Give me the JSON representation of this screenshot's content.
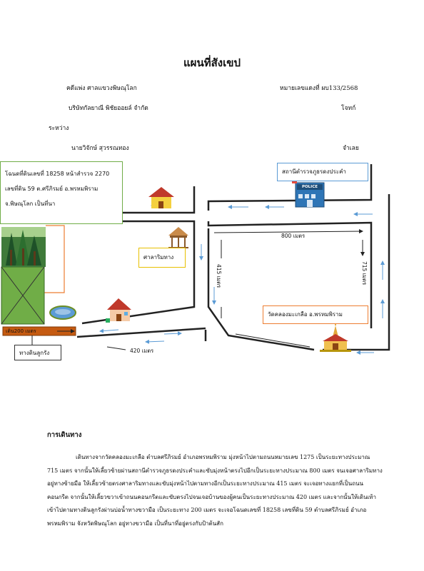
{
  "title": "แผนที่สังเขป",
  "header": {
    "court": "คดีแพ่ง ศาลแขวงพิษณุโลก",
    "case_no": "หมายเลขแดงที่ ผบ133/2568",
    "plaintiff": "บริษัทกัลยาณี พิชัยออยล์ จำกัด",
    "plaintiff_role": "โจทก์",
    "between": "ระหว่าง",
    "defendant": "นายวิจักษ์ สุวรรณทอง",
    "defendant_role": "จำเลย"
  },
  "map": {
    "deed_box": {
      "line1": "โฉนดที่ดินเลขที่ 18258 หน้าสำรวจ 2270",
      "line2": "เลขที่ดิน 59 ต.ศรีภิรมย์ อ.พรหมพิราม",
      "line3": "จ.พิษณุโลก เป็นที่นา"
    },
    "police_box": "สถานีตำรวจภูธรดงประคำ",
    "police_sign": "POLICE",
    "pavilion_box": "ศาลาริมทาง",
    "temple_box": "วัดคลองมะเกลือ อ.พรหมพิราม",
    "dirt_road_box": "ทางดินลูกรัง",
    "dist_800": "800 เมตร",
    "dist_415": "415 เมตร",
    "dist_715": "715 เมตร",
    "dist_420": "420 เมตร",
    "dist_200": "เดิน200 เมตร"
  },
  "directions": {
    "heading": "การเดินทาง",
    "text": "เดินทางจากวัดคลองมะเกลือ ตำบลศรีภิรมย์ อำเภอพรหมพิราม มุ่งหน้าไปตามถนนหมายเลข 1275 เป็นระยะทางประมาณ 715 เมตร จากนั้นให้เลี้ยวซ้ายผ่านสถานีตำรวจภูธรดงประคำและขับมุ่งหน้าตรงไปอีกเป็นระยะทางประมาณ 800 เมตร จนเจอศาลาริมทางอยู่ทางซ้ายมือ ให้เลี้ยวซ้ายตรงศาลาริมทางและขับมุ่งหน้าไปตามทางอีกเป็นระยะทางประมาณ 415 เมตร จะเจอทางแยกที่เป็นถนนคอนกรีต จากนั้นให้เลี้ยวขวาเข้าถนนคอนกรีตและขับตรงไปจนเจอบ้านของผู้คนเป็นระยะทางประมาณ 420 เมตร และจากนั้นให้เดินเท้าเข้าไปตามทางดินลูกรังผ่านบ่อน้ำทางขวามือ เป็นระยะทาง 200 เมตร จะเจอโฉนดเลขที่ 18258 เลขที่ดิน 59 ตำบลศรีภิรมย์ อำเภอพรหมพิราม จังหวัดพิษณุโลก อยู่ทางขวามือ เป็นที่นาที่อยู่ตรงกับป้าต้นสัก"
  },
  "colors": {
    "road": "#222222",
    "arrow": "#5b9bd5",
    "deed_border": "#70ad47",
    "police_border": "#5b9bd5",
    "pavilion_border": "#e8c000",
    "temple_border": "#ed7d31",
    "dirt_road": "#c55a11"
  }
}
